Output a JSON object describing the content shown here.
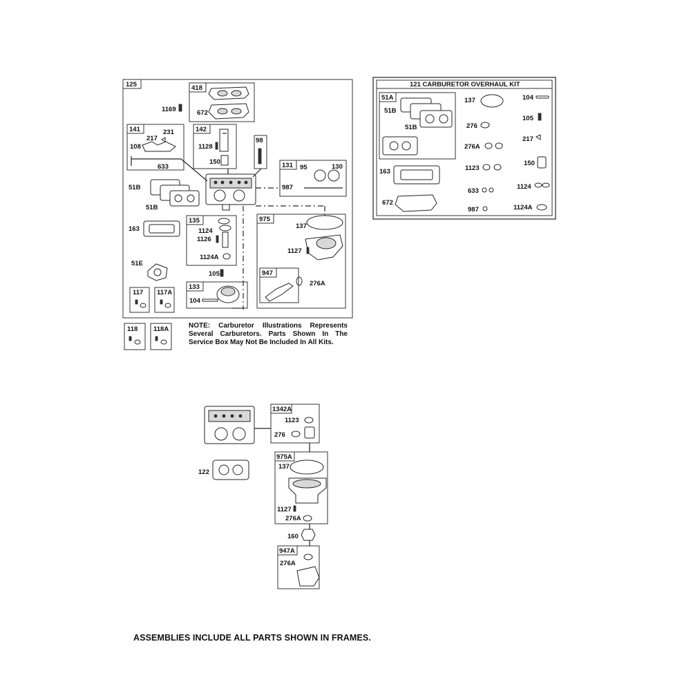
{
  "main_group": {
    "frame_label": "125",
    "labels": {
      "p418": "418",
      "p672": "672",
      "p1169": "1169",
      "p141": "141",
      "p217": "217",
      "p231": "231",
      "p108": "108",
      "p633": "633",
      "p142": "142",
      "p1128": "1128",
      "p150": "150",
      "p98": "98",
      "p131": "131",
      "p95": "95",
      "p130": "130",
      "p987": "987",
      "p51b_a": "51B",
      "p51b_b": "51B",
      "p163": "163",
      "p135": "135",
      "p1124": "1124",
      "p1126": "1126",
      "p1124a": "1124A",
      "p51e": "51E",
      "p105": "105",
      "p133": "133",
      "p104": "104",
      "p117": "117",
      "p117a": "117A",
      "p975": "975",
      "p137": "137",
      "p1127": "1127",
      "p947": "947",
      "p276a": "276A"
    }
  },
  "service_boxes": {
    "p118": "118",
    "p118a": "118A"
  },
  "note_text": "NOTE: Carburetor Illustrations Represents Several Carburetors. Parts Shown In The Service Box May Not Be Included In All Kits.",
  "overhaul_kit": {
    "title": "121 CARBURETOR OVERHAUL KIT",
    "labels": {
      "p51a": "51A",
      "p51b_a": "51B",
      "p51b_b": "51B",
      "p163": "163",
      "p672": "672",
      "p137": "137",
      "p276": "276",
      "p276a": "276A",
      "p1123": "1123",
      "p633": "633",
      "p987": "987",
      "p104": "104",
      "p105": "105",
      "p217": "217",
      "p150": "150",
      "p1124": "1124",
      "p1124a": "1124A"
    }
  },
  "lower_group": {
    "labels": {
      "p122": "122",
      "p1342a": "1342A",
      "p1123": "1123",
      "p276": "276",
      "p975a": "975A",
      "p137": "137",
      "p1127": "1127",
      "p276a_a": "276A",
      "p160": "160",
      "p947a": "947A",
      "p276a_b": "276A"
    }
  },
  "footer_text": "ASSEMBLIES INCLUDE ALL PARTS SHOWN IN FRAMES."
}
